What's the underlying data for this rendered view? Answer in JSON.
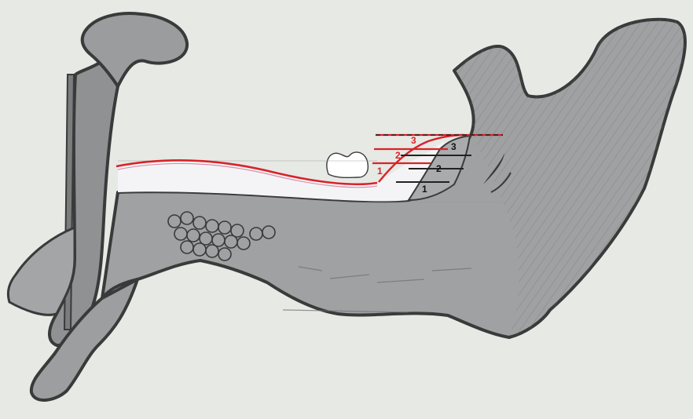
{
  "colors": {
    "background": "#e6e9e4",
    "bone": "#9fa1a2",
    "bone_dark": "#7c7e80",
    "outline": "#3a3a3a",
    "graft": "#f4f4f6",
    "red": "#d8232a"
  },
  "labels": {
    "red": [
      "1",
      "2",
      "3"
    ],
    "black": [
      "1",
      "2",
      "3"
    ]
  }
}
